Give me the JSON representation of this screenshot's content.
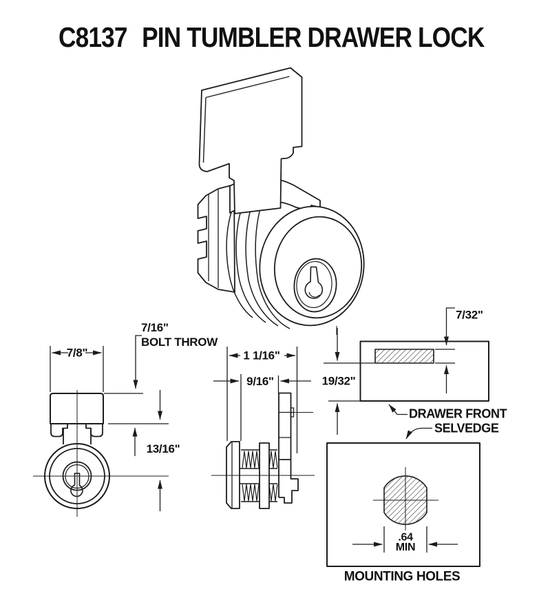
{
  "title": {
    "model": "C8137",
    "product": "PIN TUMBLER DRAWER LOCK"
  },
  "front_view": {
    "width_dim": "7/8\"",
    "bolt_throw_value": "7/16\"",
    "bolt_throw_label": "BOLT THROW",
    "center_height_dim": "13/16\""
  },
  "side_view": {
    "overall_length_dim": "1 1/16\"",
    "body_length_dim": "9/16\""
  },
  "drawer_front_detail": {
    "slot_height_dim": "7/32\"",
    "slot_depth_dim": "19/32\"",
    "drawer_front_label": "DRAWER FRONT",
    "selvedge_label": "SELVEDGE"
  },
  "mounting_detail": {
    "hole_width_value": ".64",
    "hole_width_qualifier": "MIN",
    "caption": "MOUNTING HOLES"
  },
  "colors": {
    "line": "#1c1c1c",
    "text": "#111111",
    "background": "#ffffff"
  }
}
